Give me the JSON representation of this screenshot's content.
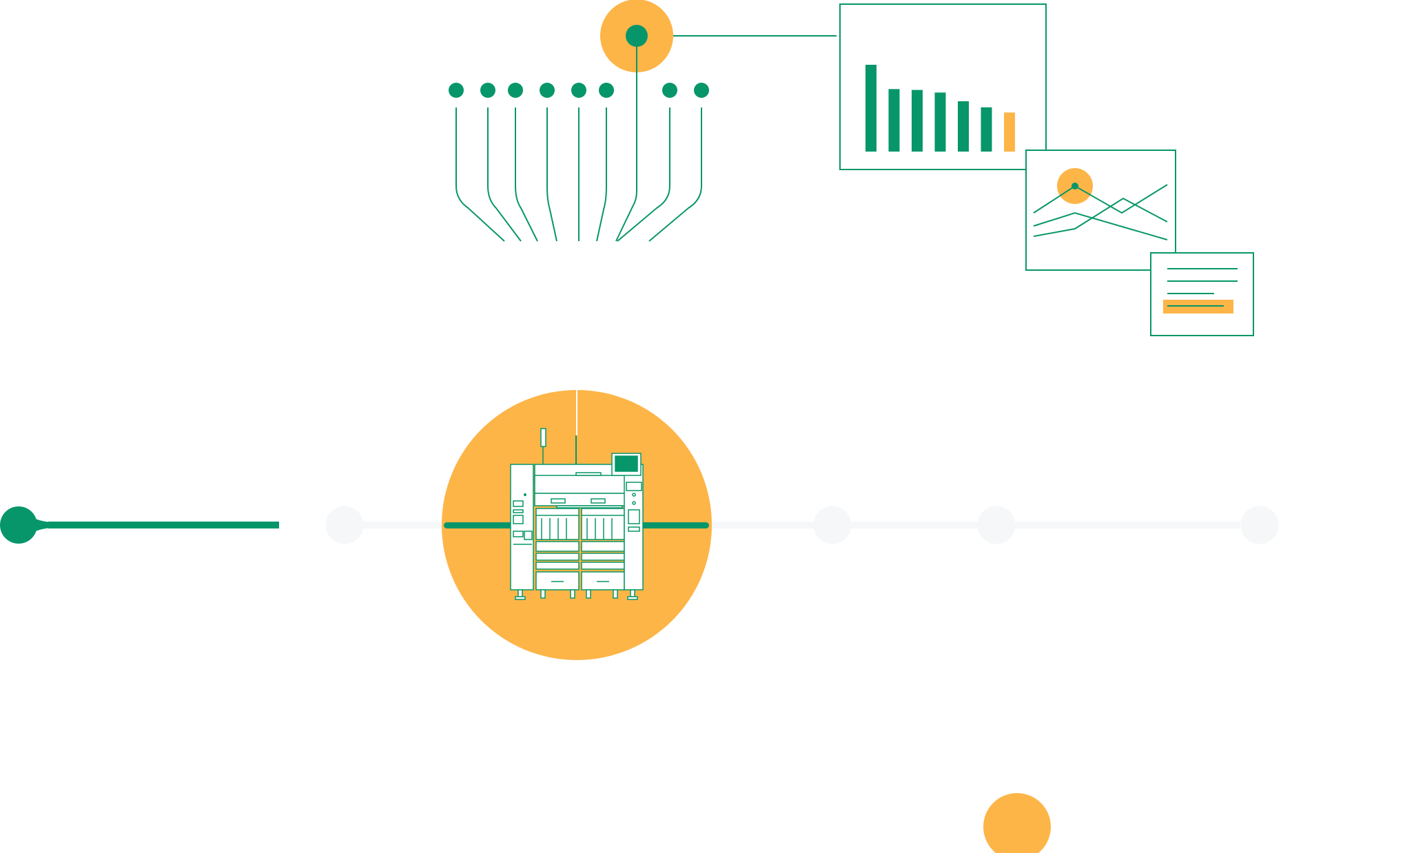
{
  "colors": {
    "green": "#079669",
    "orange": "#FDB548",
    "track": "#F5F7F9",
    "background": "#FFFFFF"
  },
  "icons": {
    "hub": "hub-node-icon",
    "sensors": "sensor-node-icon",
    "machine": "pick-and-place-machine-icon",
    "bar_chart": "bar-chart-icon",
    "line_chart": "line-chart-icon",
    "document": "document-icon"
  },
  "sensor_count": 8,
  "bar_chart_thumbnail": {
    "values": [
      100,
      72,
      71,
      68,
      58,
      51,
      45
    ],
    "highlight_index": 6
  }
}
